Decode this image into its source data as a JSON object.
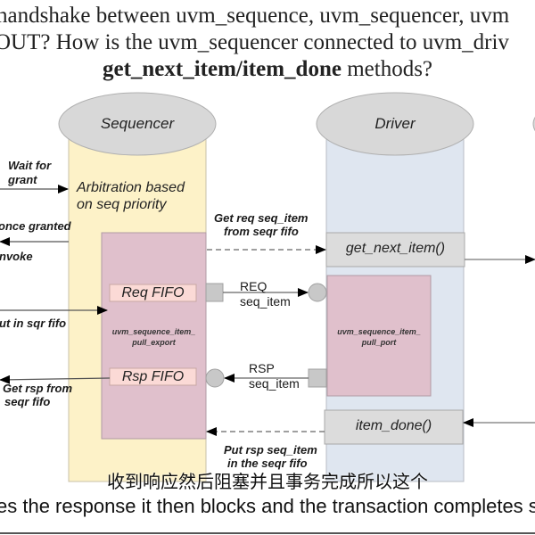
{
  "title": {
    "line1": "handshake between uvm_sequence, uvm_sequencer, uvm",
    "line2": "OUT? How is the uvm_sequencer connected to uvm_driv",
    "line3_bold": "get_next_item/item_done",
    "line3_rest": " methods?"
  },
  "sequencer": {
    "header": "Sequencer",
    "arbitration": "Arbitration based\non seq priority",
    "req_fifo": "Req FIFO",
    "rsp_fifo": "Rsp FIFO",
    "export_label_1": "uvm_sequence_item_",
    "export_label_2": "pull_export"
  },
  "driver": {
    "header": "Driver",
    "get_next_item": "get_next_item()",
    "item_done": "item_done()",
    "port_label_1": "uvm_sequence_item_",
    "port_label_2": "pull_port"
  },
  "left_labels": {
    "wait_for": "Wait for",
    "grant": "grant",
    "once_granted": "once granted",
    "invoke": "nvoke",
    "put_in_sqr_fifo": "ut in sqr fifo",
    "get_rsp_from": "Get rsp from",
    "seqr_fifo": "seqr fifo"
  },
  "middle_labels": {
    "get_req_1": "Get req seq_item",
    "get_req_2": "from seqr fifo",
    "req": "REQ",
    "req_seq_item": "seq_item",
    "rsp": "RSP",
    "rsp_seq_item": "seq_item",
    "put_rsp_1": "Put  rsp seq_item",
    "put_rsp_2": "in the seqr fifo"
  },
  "colors": {
    "sequencer_body": "#fdf2c8",
    "driver_body": "#dfe6f0",
    "export_box": "#e0c0cc",
    "fifo_box": "#fbdad6",
    "header_ellipse": "#d8d8d8",
    "method_box": "#dcdcdc"
  },
  "subtitles": {
    "chinese": "收到响应然后阻塞并且事务完成所以这个",
    "english": "es the response it then blocks and the transaction completes s"
  }
}
